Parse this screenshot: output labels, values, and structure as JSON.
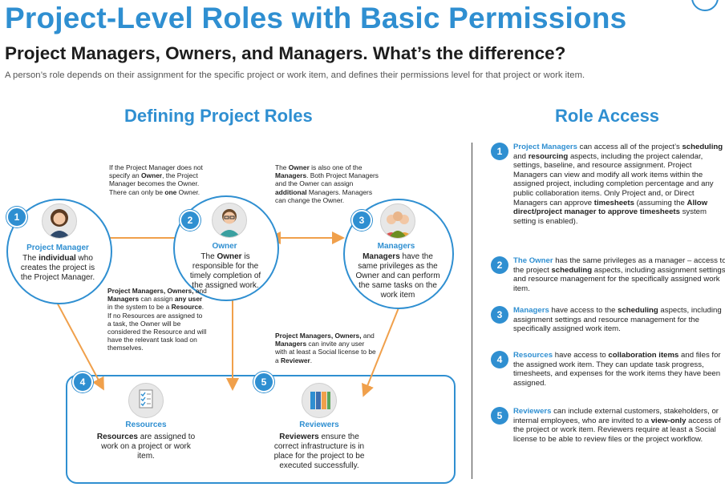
{
  "page": {
    "title": "Project-Level Roles with Basic Permissions",
    "subtitle": "Project Managers, Owners, and Managers. What’s the difference?",
    "description": "A person’s role depends on their assignment for the specific project or work item, and defines their permissions level for that project or work item."
  },
  "left_section": {
    "heading": "Defining Project Roles",
    "roles": [
      {
        "number": "1",
        "name": "Project Manager",
        "text_pre": "The ",
        "text_bold": "individual",
        "text_post": " who creates the project is the Project Manager.",
        "avatar_icon": "woman-avatar-icon"
      },
      {
        "number": "2",
        "name": "Owner",
        "text_pre": "The ",
        "text_bold": "Owner",
        "text_post": " is responsible for the timely completion of the assigned work.",
        "avatar_icon": "man-glasses-avatar-icon"
      },
      {
        "number": "3",
        "name": "Managers",
        "text_pre": "",
        "text_bold": "Managers",
        "text_post": " have the same privileges as the Owner and can perform the same tasks on the work item",
        "avatar_icon": "group-avatar-icon"
      },
      {
        "number": "4",
        "name": "Resources",
        "text_pre": "",
        "text_bold": "Resources",
        "text_post": " are assigned to work on a project or work item.",
        "avatar_icon": "checklist-icon"
      },
      {
        "number": "5",
        "name": "Reviewers",
        "text_pre": "",
        "text_bold": "Reviewers",
        "text_post": " ensure the correct infrastructure is in place for the project to be executed successfully.",
        "avatar_icon": "binders-icon"
      }
    ],
    "notes": {
      "owner_note": {
        "p1": "If the Project Manager does not specify an ",
        "b1": "Owner",
        "p2": ", the Project Manager becomes the Owner. There can only be ",
        "b2": "one",
        "p3": " Owner."
      },
      "managers_note": {
        "p1": "The ",
        "b1": "Owner",
        "p2": " is also one of the ",
        "b2": "Managers",
        "p3": ". Both Project Managers and the Owner can assign ",
        "b3": "additional",
        "p4": " Managers. Managers can change the Owner."
      },
      "resource_note": {
        "b1": "Project Managers, Owners,",
        "p1": " and ",
        "b2": "Managers",
        "p2": " can assign ",
        "b3": "any user",
        "p3": " in the system to be a ",
        "b4": "Resource",
        "p4": ". If no Resources are assigned to a task, the Owner will be considered the Resource and will have the relevant task load on themselves."
      },
      "reviewer_note": {
        "b1": "Project Managers, Owners,",
        "p1": " and ",
        "b2": "Managers",
        "p2": " can invite any user with at least a Social license to be a ",
        "b3": "Reviewer",
        "p3": "."
      }
    }
  },
  "right_section": {
    "heading": "Role Access",
    "items": [
      {
        "number": "1",
        "lead": "Project Managers",
        "parts": [
          " can access all of the project’s ",
          {
            "b": "scheduling"
          },
          " and ",
          {
            "b": "resourcing"
          },
          " aspects, including the project calendar, settings, baseline, and resource assignment. Project Managers can view and modify all work items within the assigned project, including completion percentage and any public collaboration items. Only Project and, or Direct Managers can approve ",
          {
            "b": "timesheets"
          },
          " (assuming the ",
          {
            "b": "Allow direct/project manager to approve timesheets"
          },
          " system setting is enabled)."
        ]
      },
      {
        "number": "2",
        "lead": "The Owner",
        "parts": [
          " has the same privileges as a manager – access to the project ",
          {
            "b": "scheduling"
          },
          " aspects, including assignment settings and resource management for the specifically assigned work item."
        ]
      },
      {
        "number": "3",
        "lead": "Managers",
        "parts": [
          " have access to the ",
          {
            "b": "scheduling"
          },
          " aspects, including assignment settings and resource management for the specifically assigned work item."
        ]
      },
      {
        "number": "4",
        "lead": "Resources",
        "parts": [
          " have access to ",
          {
            "b": "collaboration items"
          },
          " and files for the assigned work item. They can update task progress, timesheets, and expenses for the work items they have been assigned."
        ]
      },
      {
        "number": "5",
        "lead": "Reviewers",
        "parts": [
          " can include external customers, stakeholders, or internal employees, who are invited to a ",
          {
            "b": "view-only"
          },
          " access of the project or work item. Reviewers require at least a Social license to be able to review files or the project workflow."
        ]
      }
    ]
  },
  "colors": {
    "accent": "#2f8fd1",
    "arrow": "#f0a04b"
  }
}
